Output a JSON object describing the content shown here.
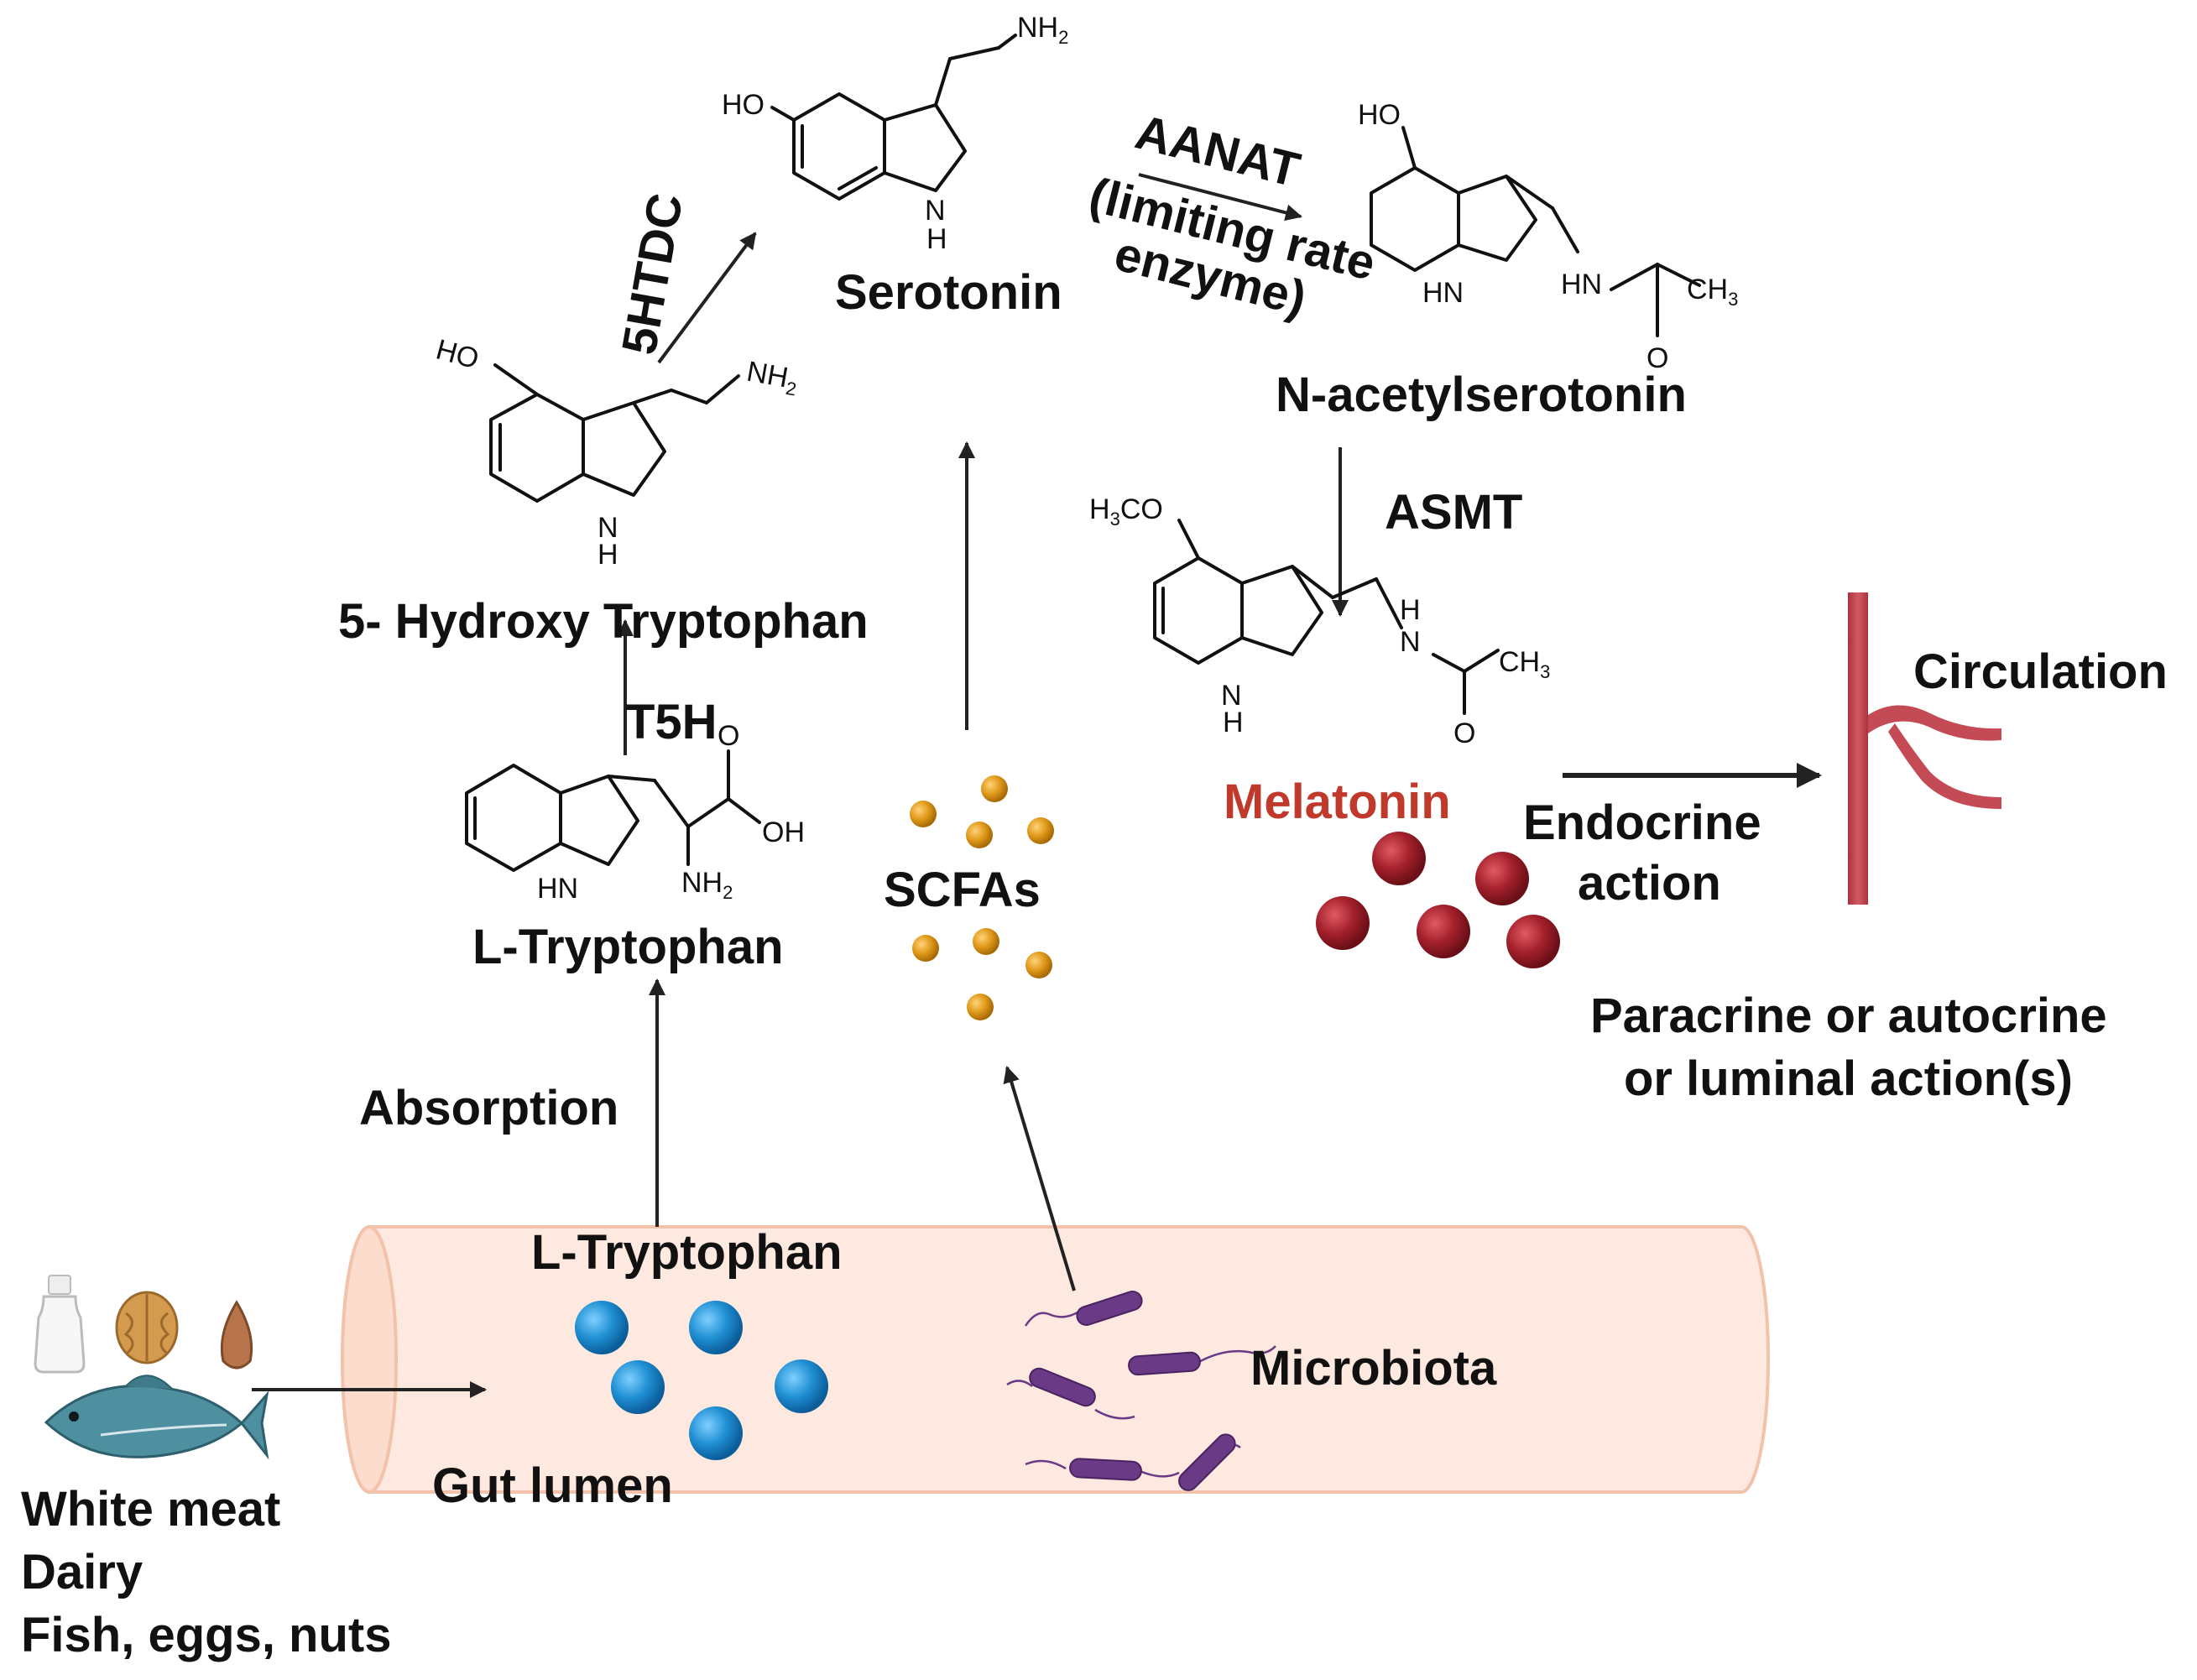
{
  "labels": {
    "serotonin": "Serotonin",
    "n_acetylserotonin": "N-acetylserotonin",
    "hydroxy_tryptophan": "5- Hydroxy Tryptophan",
    "l_tryptophan_top": "L-Tryptophan",
    "l_tryptophan_gut": "L-Tryptophan",
    "scfas": "SCFAs",
    "melatonin": "Melatonin",
    "endocrine_line1": "Endocrine",
    "endocrine_line2": "action",
    "circulation": "Circulation",
    "paracrine_line1": "Paracrine or autocrine",
    "paracrine_line2": "or luminal action(s)",
    "absorption": "Absorption",
    "microbiota": "Microbiota",
    "gut_lumen": "Gut lumen",
    "diet_line1": "White meat",
    "diet_line2": "Dairy",
    "diet_line3": "Fish, eggs, nuts"
  },
  "enzymes": {
    "aanat": "AANAT",
    "aanat_note_line1": "(limiting rate",
    "aanat_note_line2": "enzyme)",
    "asmt": "ASMT",
    "t5h": "T5H",
    "htdc": "5HTDC"
  },
  "chem_text": {
    "nh2": "NH",
    "nh2_sub": "2",
    "ho": "HO",
    "nh": "H",
    "n": "N",
    "hn": "HN",
    "ch3": "CH",
    "ch3_sub": "3",
    "o": "O",
    "oh": "OH",
    "h3co_h": "H",
    "h3co_3": "3",
    "h3co_co": "CO"
  },
  "colors": {
    "melatonin_text": "#c0392b",
    "melatonin_sphere": "#a3202b",
    "tryptophan_sphere": "#1f8fd3",
    "scfa_dot": "#e09a1a",
    "bacteria": "#6b3a86",
    "gut_fill": "#fde9df",
    "gut_outline": "#f2c2ab",
    "vessel": "#c44a55",
    "arrow": "#222222",
    "fish": "#4e8fa0"
  },
  "icons": [
    "milk-bottle-icon",
    "walnut-icon",
    "almond-icon",
    "fish-icon",
    "blood-vessel-icon"
  ]
}
